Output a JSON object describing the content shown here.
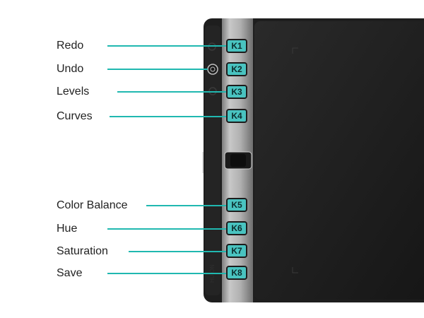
{
  "shortcuts": [
    {
      "label": "Redo",
      "key": "K1"
    },
    {
      "label": "Undo",
      "key": "K2"
    },
    {
      "label": "Levels",
      "key": "K3"
    },
    {
      "label": "Curves",
      "key": "K4"
    },
    {
      "label": "Color Balance",
      "key": "K5"
    },
    {
      "label": "Hue",
      "key": "K6"
    },
    {
      "label": "Saturation",
      "key": "K7"
    },
    {
      "label": "Save",
      "key": "K8"
    }
  ],
  "colors": {
    "leader": "#20b8b0",
    "key_fill": "#49c3c0",
    "tablet_body": "#1e1e1e",
    "strip": "#a8a8a8"
  }
}
